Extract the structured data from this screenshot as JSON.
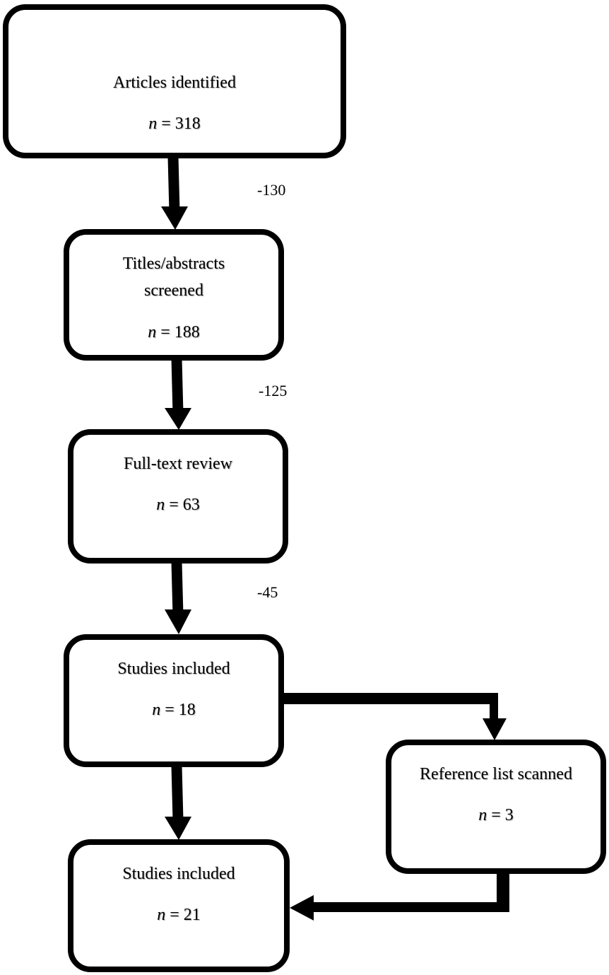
{
  "boxes": {
    "identified": {
      "title": "Articles identified",
      "n_label": "n",
      "n_value": "= 318"
    },
    "screened": {
      "title_line1": "Titles/abstracts",
      "title_line2": "screened",
      "n_label": "n",
      "n_value": "= 188"
    },
    "fulltext": {
      "title": "Full-text review",
      "n_label": "n",
      "n_value": "= 63"
    },
    "included_first": {
      "title": "Studies included",
      "n_label": "n",
      "n_value": "= 18"
    },
    "reference": {
      "title": "Reference list scanned",
      "n_label": "n",
      "n_value": "= 3"
    },
    "included_final": {
      "title": "Studies included",
      "n_label": "n",
      "n_value": "= 21"
    }
  },
  "exclusions": {
    "after_identified": "-130",
    "after_screened": "-125",
    "after_fulltext": "-45"
  }
}
